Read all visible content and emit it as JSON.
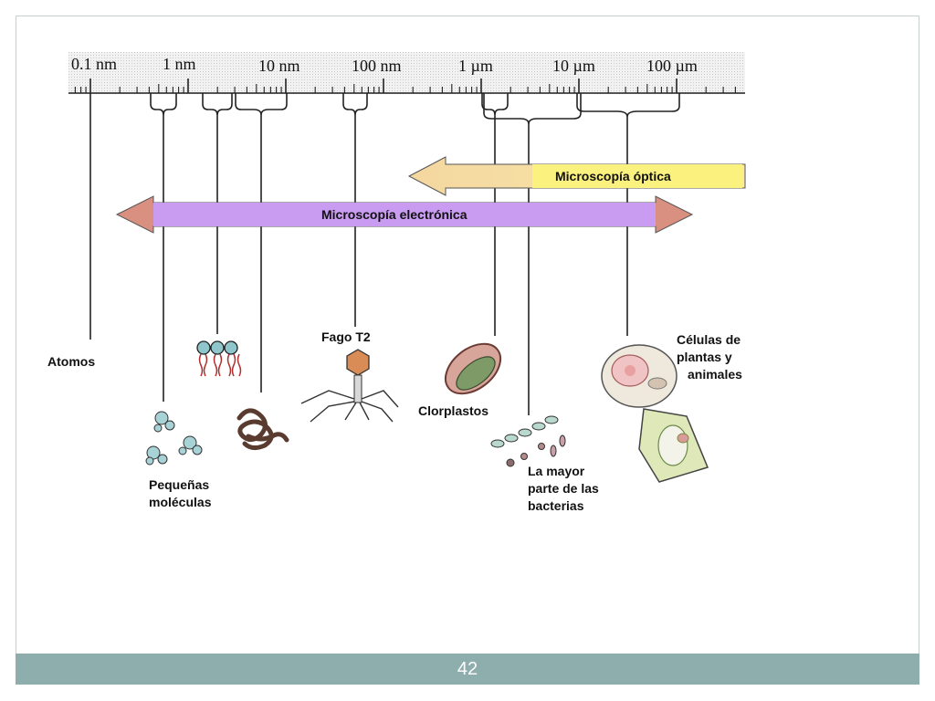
{
  "scale": {
    "labels": [
      "0.1 nm",
      "1 nm",
      "10 nm",
      "100 nm",
      "1 µm",
      "10 µm",
      "100 µm"
    ]
  },
  "arrows": {
    "optical": "Microscopía óptica",
    "electron": "Microscopía electrónica"
  },
  "objects": {
    "atoms": "Atomos",
    "small_molecules": [
      "Pequeñas",
      "moléculas"
    ],
    "phage": "Fago T2",
    "chloroplasts": "Clorplastos",
    "bacteria": [
      "La mayor",
      "parte de las",
      "bacterias"
    ],
    "cells": [
      "Células de",
      "plantas y",
      "animales"
    ]
  },
  "footer": {
    "page_number": "42"
  }
}
